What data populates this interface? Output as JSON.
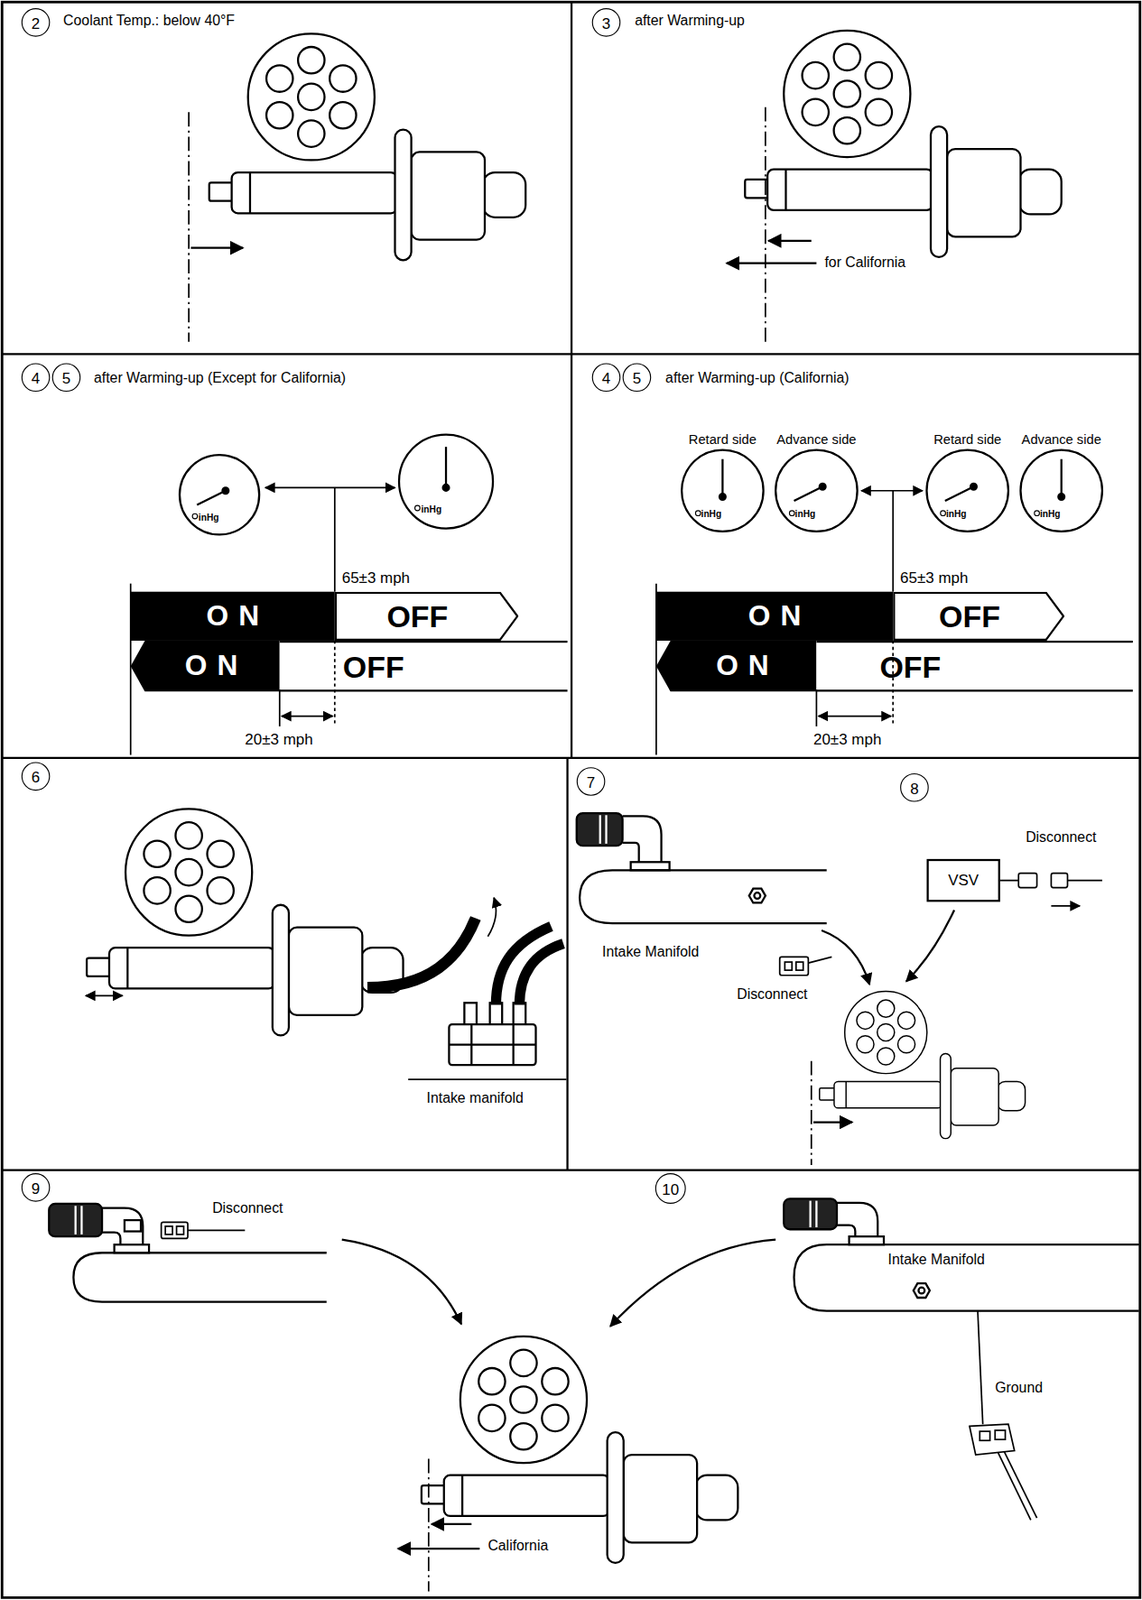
{
  "diagram": {
    "nodes": [
      {
        "text": [
          "2"
        ]
      },
      {
        "text": [
          "3"
        ]
      },
      {
        "text": [
          "4"
        ]
      },
      {
        "text": [
          "5"
        ]
      },
      {
        "text": [
          "inHg"
        ]
      },
      {
        "text": [
          "inHg"
        ]
      },
      {
        "text": [
          "ON"
        ]
      },
      {
        "text": [
          "OFF"
        ]
      },
      {
        "text": [
          "ON"
        ]
      },
      {
        "text": [
          "OFF"
        ]
      },
      {
        "text": [
          "4"
        ]
      },
      {
        "text": [
          "5"
        ]
      },
      {
        "text": [
          "Retard side",
          "inHg"
        ]
      },
      {
        "text": [
          "Advance side",
          "inHg"
        ]
      },
      {
        "text": [
          "Retard side",
          "inHg"
        ]
      },
      {
        "text": [
          "Advance side",
          "inHg"
        ]
      },
      {
        "text": [
          "ON"
        ]
      },
      {
        "text": [
          "OFF"
        ]
      },
      {
        "text": [
          "ON"
        ]
      },
      {
        "text": [
          "OFF"
        ]
      },
      {
        "text": [
          "6"
        ]
      },
      {
        "text": [
          "7"
        ]
      },
      {
        "text": [
          "8"
        ]
      },
      {
        "text": [
          "VSV"
        ]
      },
      {
        "text": [
          "9"
        ]
      },
      {
        "text": [
          "10"
        ]
      }
    ],
    "labels": [
      "Coolant Temp.: below 40°F",
      "after Warming-up",
      "for California",
      "after Warming-up (Except for California)",
      "65±3 mph",
      "20±3 mph",
      "after Warming-up (California)",
      "65±3 mph",
      "20±3 mph",
      "Intake manifold",
      "Intake Manifold",
      "Disconnect",
      "Disconnect",
      "Disconnect",
      "Intake Manifold",
      "Ground",
      "California"
    ]
  }
}
